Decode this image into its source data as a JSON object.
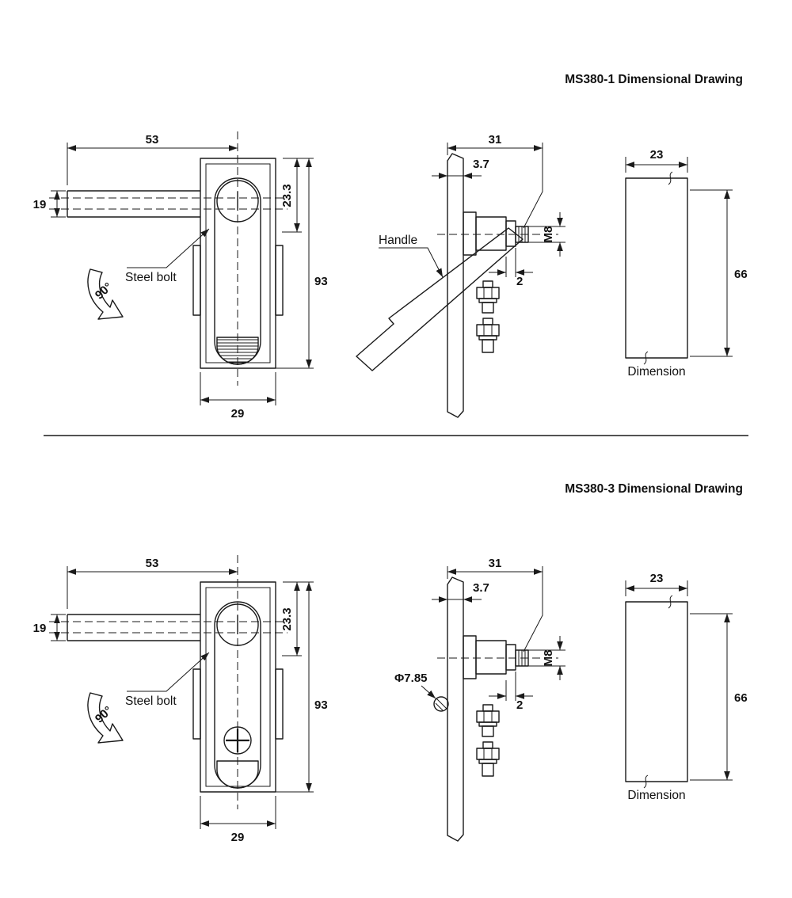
{
  "style": {
    "background": "#ffffff",
    "line_color": "#1a1a1a"
  },
  "sections": [
    {
      "title": "MS380-1 Dimensional Drawing",
      "front_view": {
        "width_top": "53",
        "bolt_height": "19",
        "top_offset": "23.3",
        "body_height": "93",
        "width_bottom": "29",
        "steel_bolt_label": "Steel bolt",
        "rotation_angle": "90°"
      },
      "side_view": {
        "depth": "31",
        "panel_thickness": "3.7",
        "thread_size": "M8",
        "nut_thickness": "2",
        "handle_label": "Handle"
      },
      "cutout_view": {
        "width": "23",
        "height": "66",
        "caption": "Dimension"
      }
    },
    {
      "title": "MS380-3 Dimensional Drawing",
      "front_view": {
        "width_top": "53",
        "bolt_height": "19",
        "top_offset": "23.3",
        "body_height": "93",
        "width_bottom": "29",
        "steel_bolt_label": "Steel bolt",
        "rotation_angle": "90°"
      },
      "side_view": {
        "depth": "31",
        "panel_thickness": "3.7",
        "thread_size": "M8",
        "nut_thickness": "2",
        "hole_diameter": "Φ7.85"
      },
      "cutout_view": {
        "width": "23",
        "height": "66",
        "caption": "Dimension"
      }
    }
  ]
}
